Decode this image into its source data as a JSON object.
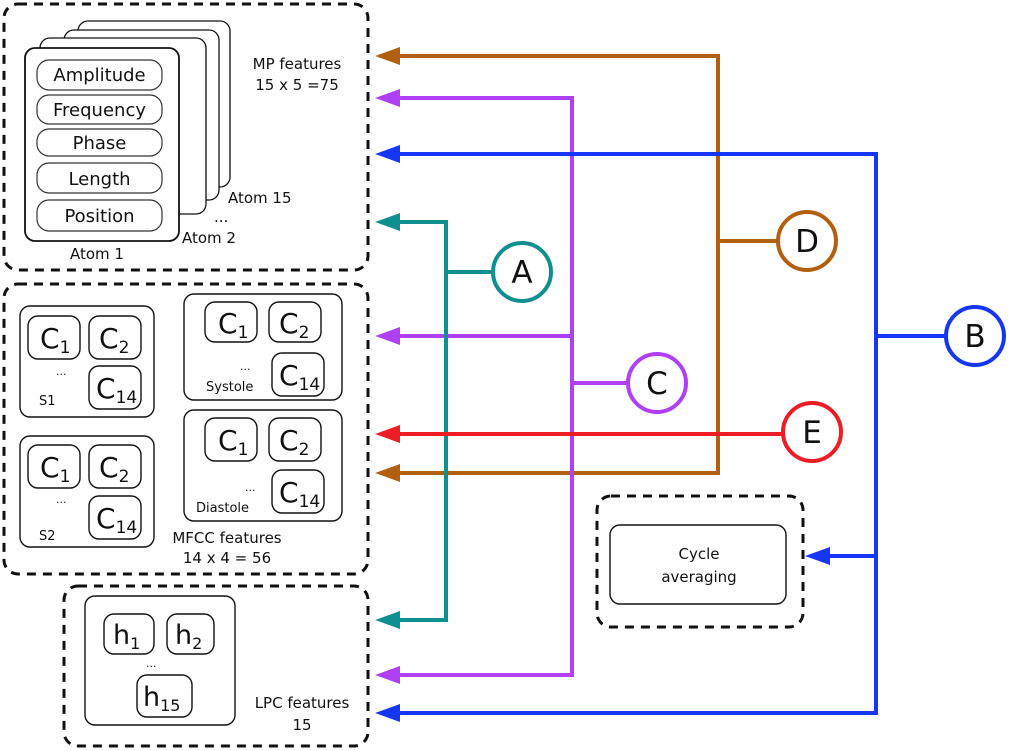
{
  "colors": {
    "A": "#0f8f8f",
    "B": "#1537f5",
    "C": "#b040f5",
    "D": "#b35f10",
    "E": "#ec1d25",
    "outline": "#111111"
  },
  "mp_group": {
    "title": "MP features",
    "count": "15 x 5 =75",
    "attributes": [
      "Amplitude",
      "Frequency",
      "Phase",
      "Length",
      "Position"
    ],
    "atom_labels": {
      "first": "Atom 1",
      "second": "Atom 2",
      "ellipsis": "...",
      "last": "Atom 15"
    }
  },
  "mfcc_group": {
    "title": "MFCC features",
    "count": "14 x 4 = 56",
    "blocks": [
      {
        "name": "S1",
        "coeffs": [
          "1",
          "2",
          "14"
        ]
      },
      {
        "name": "Systole",
        "coeffs": [
          "1",
          "2",
          "14"
        ]
      },
      {
        "name": "S2",
        "coeffs": [
          "1",
          "2",
          "14"
        ]
      },
      {
        "name": "Diastole",
        "coeffs": [
          "1",
          "2",
          "14"
        ]
      }
    ],
    "coef_symbol": "C",
    "ellipsis": "..."
  },
  "lpc_group": {
    "title": "LPC features",
    "count": "15",
    "coef_symbol": "h",
    "coeffs": [
      "1",
      "2",
      "15"
    ],
    "ellipsis": "..."
  },
  "cycle_box": {
    "line1": "Cycle",
    "line2": "averaging"
  },
  "nodes": [
    "A",
    "B",
    "C",
    "D",
    "E"
  ]
}
